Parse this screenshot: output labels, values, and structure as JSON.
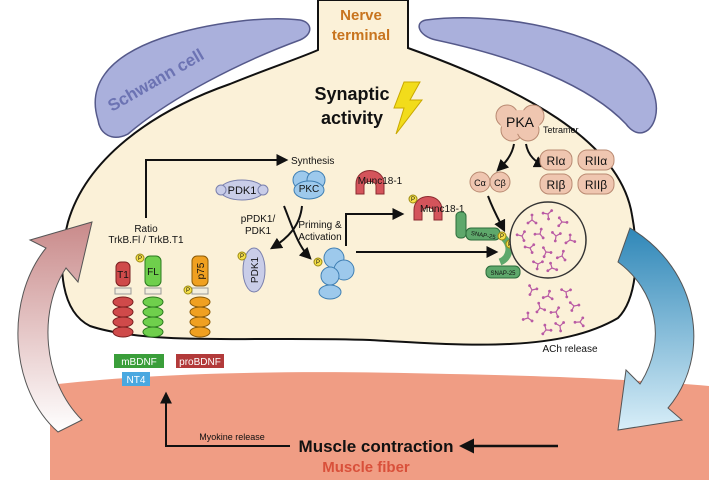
{
  "labels": {
    "nerve_terminal": [
      "Nerve",
      "terminal"
    ],
    "schwann_cell": "Schwann cell",
    "synaptic_activity": [
      "Synaptic",
      "activity"
    ],
    "pka": "PKA",
    "tetramer": "Tetramer",
    "c_alpha": "Cα",
    "c_beta": "Cβ",
    "ri_alpha": "RIα",
    "rii_alpha": "RIIα",
    "ri_beta": "RIβ",
    "rii_beta": "RIIβ",
    "synthesis": "Synthesis",
    "pdk1": "PDK1",
    "pkc": "PKC",
    "ppdk1": [
      "pPDK1/",
      "PDK1"
    ],
    "priming": [
      "Priming &",
      "Activation"
    ],
    "pdk1_membrane": "PDK1",
    "munc_top": "Munc18-1",
    "munc_mid": "Munc18-1",
    "snap_top": "SNAP-25",
    "snap_bottom": "SNAP-25",
    "ratio": [
      "Ratio",
      "TrkB.Fl / TrkB.T1"
    ],
    "t1": "T1",
    "fl": "FL",
    "p75": "p75",
    "p": "P",
    "mbdnf": "mBDNF",
    "nt4": "NT4",
    "probdnf": "proBDNF",
    "ach_release": "ACh release",
    "myokine_release": "Myokine release",
    "muscle_contraction": "Muscle contraction",
    "muscle_fiber": "Muscle fiber"
  },
  "colors": {
    "nerve_fill": "#fbf1d8",
    "nerve_terminal_text": "#c8741e",
    "schwann_fill": "#aab0dc",
    "schwann_text": "#6c73b3",
    "muscle_fill": "#f09d84",
    "muscle_text": "#d9503a",
    "pka_fill": "#efc6b0",
    "kinase_fill": "#c9cde8",
    "pkc_fill": "#9dc9ec",
    "munc_fill": "#d4545b",
    "snap_fill": "#5ea86b",
    "vesicle_dot": "#b95aa4",
    "t1_fill": "#cf4a4a",
    "fl_fill": "#6fcf4c",
    "p75_fill": "#f0a020",
    "phospho_fill": "#f6e04a",
    "mbdnf_fill": "#3a9e3a",
    "nt4_fill": "#4aa8e0",
    "probdnf_fill": "#b23a3a",
    "lightning": "#f2dc1b"
  }
}
